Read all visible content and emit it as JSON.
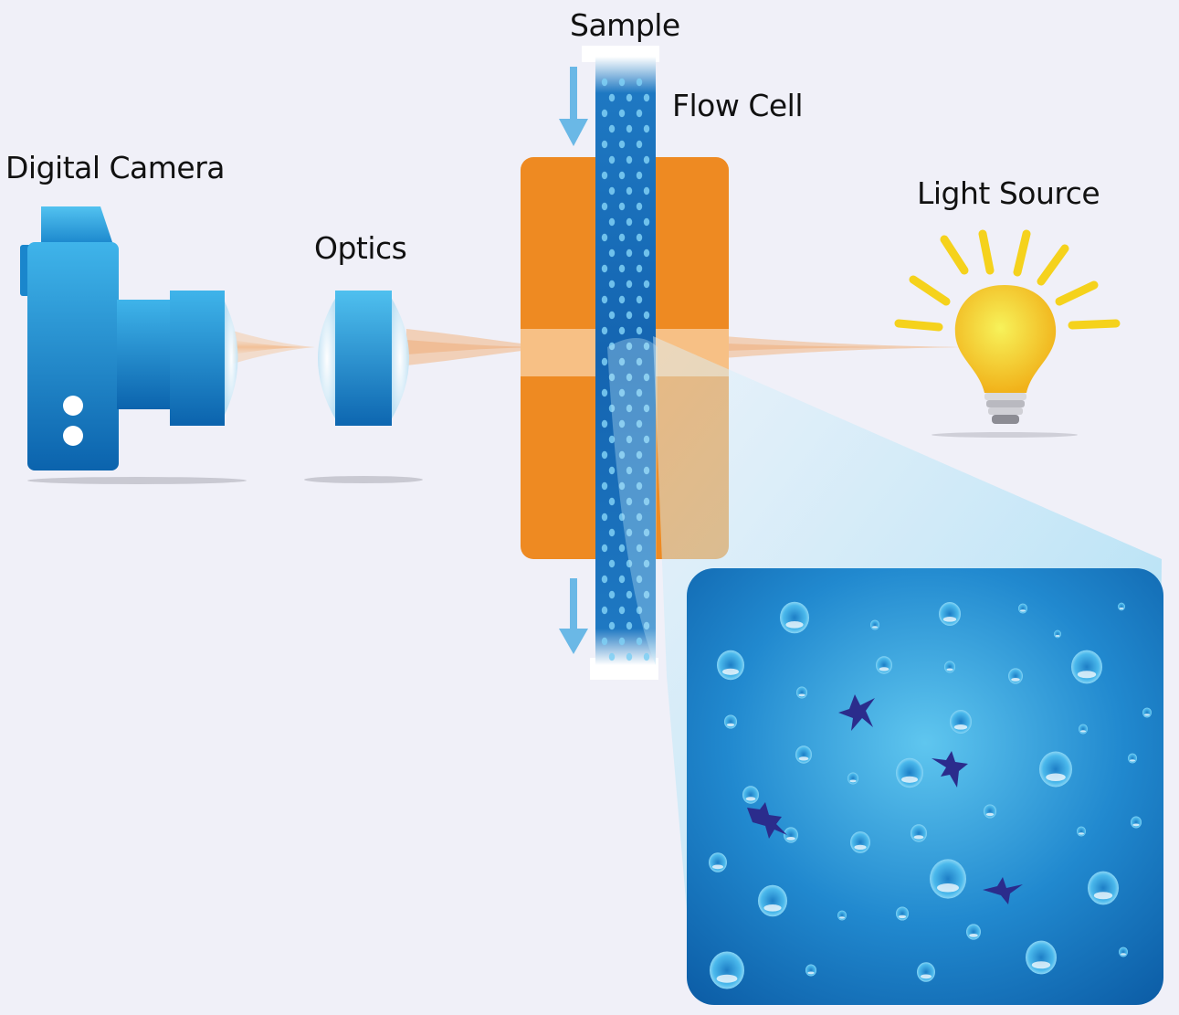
{
  "labels": {
    "sample": "Sample",
    "flow_cell": "Flow Cell",
    "digital_camera": "Digital Camera",
    "optics": "Optics",
    "light_source": "Light Source"
  },
  "colors": {
    "background": "#f0f0f8",
    "camera_blue": "#1e90d0",
    "housing_orange": "#ee8a22",
    "flow_channel_blue": "#1669b5",
    "arrow_blue": "#6ab8e6",
    "bulb_yellow": "#f5d21c",
    "light_beam": "#f3b67e",
    "particle_dark": "#2b2c8c"
  },
  "icons": [
    "camera-icon",
    "lens-icon",
    "light-bulb-icon",
    "flow-arrow-icon",
    "particle-icon"
  ]
}
